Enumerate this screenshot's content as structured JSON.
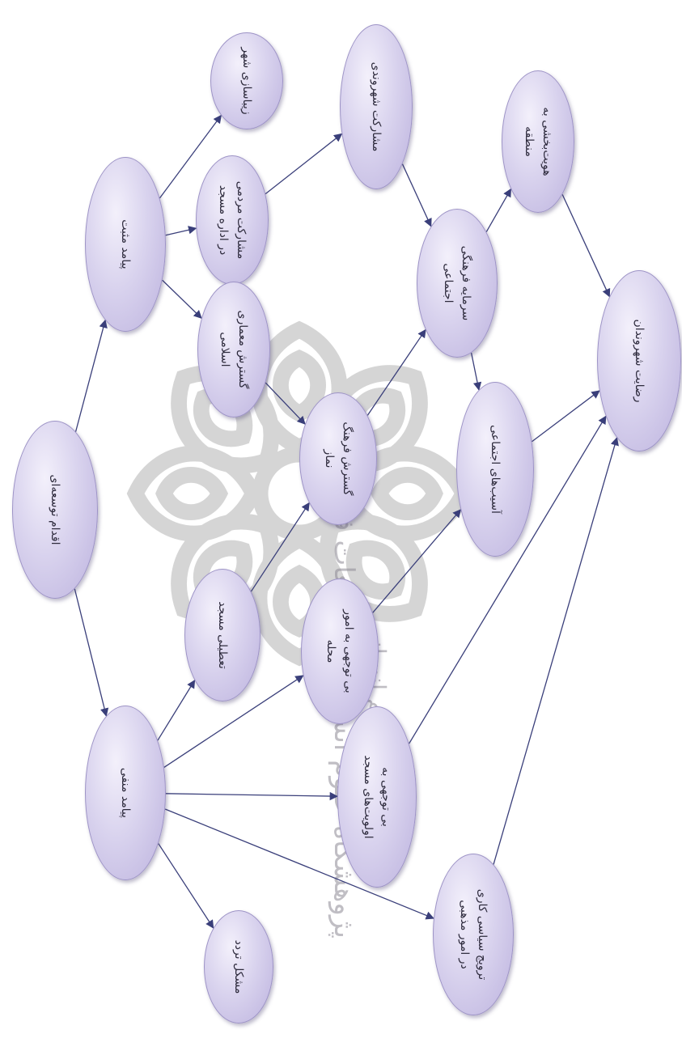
{
  "diagram": {
    "nodes": [
      {
        "id": "n1",
        "label": "اقدام توسعه‌ای"
      },
      {
        "id": "n2",
        "label": "پیامد مثبت"
      },
      {
        "id": "n3",
        "label": "پیامد منفی"
      },
      {
        "id": "n4",
        "label": "زیباسازی شهر"
      },
      {
        "id": "n5",
        "label": "مشارکت مردمی\nدر اداره مسجد"
      },
      {
        "id": "n6",
        "label": "گسترش معماری\nاسلامی"
      },
      {
        "id": "n7",
        "label": "مشارکت شهروندی"
      },
      {
        "id": "n8",
        "label": "سرمایه فرهنگی\nاجتماعی"
      },
      {
        "id": "n9",
        "label": "هویت‌بخشی به\nمنطقه"
      },
      {
        "id": "n10",
        "label": "گسترش فرهنگ\nنماز"
      },
      {
        "id": "n11",
        "label": "آسیب‌های اجتماعی"
      },
      {
        "id": "n12",
        "label": "رضایت شهروندان"
      },
      {
        "id": "n13",
        "label": "تعطیلی مسجد"
      },
      {
        "id": "n14",
        "label": "بی توجهی به امور\nمحله"
      },
      {
        "id": "n15",
        "label": "بی توجهی به\nاولویت‌های مسجد"
      },
      {
        "id": "n16",
        "label": "ترویج سیاسی کاری\nدر امور مذهبی"
      },
      {
        "id": "n17",
        "label": "مشکل تردد"
      }
    ],
    "edges": [
      [
        "n1",
        "n2"
      ],
      [
        "n1",
        "n3"
      ],
      [
        "n2",
        "n4"
      ],
      [
        "n2",
        "n5"
      ],
      [
        "n2",
        "n6"
      ],
      [
        "n5",
        "n7"
      ],
      [
        "n7",
        "n8"
      ],
      [
        "n8",
        "n9"
      ],
      [
        "n8",
        "n11"
      ],
      [
        "n9",
        "n12"
      ],
      [
        "n6",
        "n10"
      ],
      [
        "n10",
        "n8"
      ],
      [
        "n11",
        "n12"
      ],
      [
        "n3",
        "n13"
      ],
      [
        "n3",
        "n14"
      ],
      [
        "n3",
        "n15"
      ],
      [
        "n3",
        "n16"
      ],
      [
        "n3",
        "n17"
      ],
      [
        "n13",
        "n10"
      ],
      [
        "n14",
        "n11"
      ],
      [
        "n15",
        "n12"
      ],
      [
        "n16",
        "n12"
      ]
    ]
  },
  "watermark": {
    "line1": "پژوهشگاه علوم انسانی و مطالعات فرهنگی",
    "line2": "پرتال جامع علوم انسانی"
  },
  "colors": {
    "node_fill": "#d9d3ee",
    "node_border": "#9d93c6",
    "edge": "#3a3f7a",
    "text": "#2d2a3c"
  }
}
